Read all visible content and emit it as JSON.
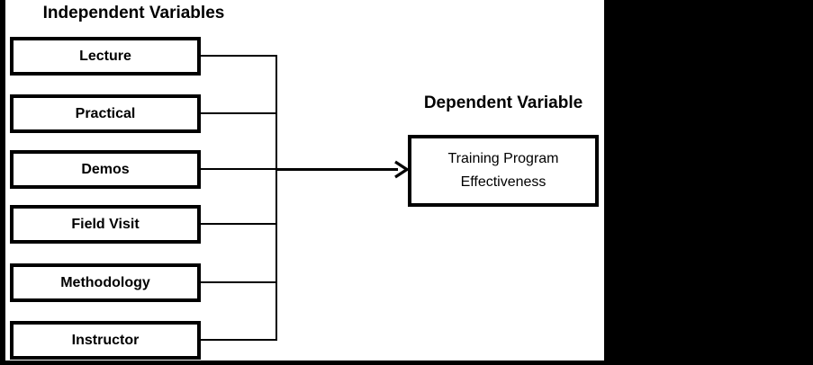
{
  "independent": {
    "title": "Independent Variables",
    "items": [
      {
        "label": "Lecture"
      },
      {
        "label": "Practical"
      },
      {
        "label": "Demos"
      },
      {
        "label": "Field Visit"
      },
      {
        "label": "Methodology"
      },
      {
        "label": "Instructor"
      }
    ]
  },
  "dependent": {
    "title": "Dependent Variable",
    "box": {
      "line1": "Training Program",
      "line2": "Effectiveness"
    }
  },
  "icons": {
    "arrowhead": "right-arrowhead-icon"
  },
  "colors": {
    "ink": "#000000",
    "background": "#ffffff"
  }
}
